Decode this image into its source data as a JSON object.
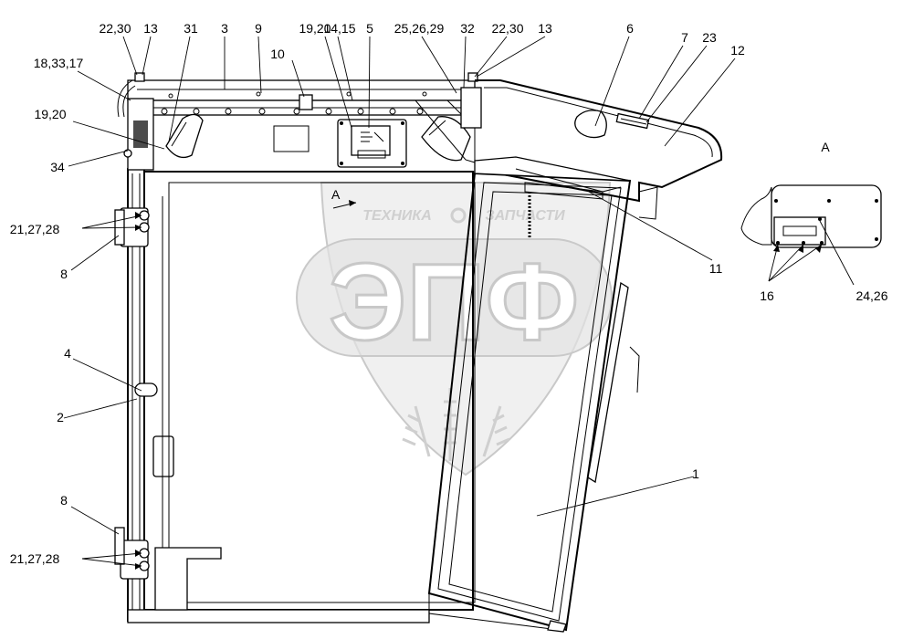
{
  "watermark": {
    "top_left": "ТЕХНИКА",
    "top_right": "ЗАПЧАСТИ",
    "big": "ЭПФ"
  },
  "view_label": "A",
  "view_arrow_label": "A",
  "labels": {
    "l_22_30_left": "22,30",
    "l_13_left": "13",
    "l_31": "31",
    "l_3": "3",
    "l_9": "9",
    "l_10": "10",
    "l_19_20_top": "19,20",
    "l_14_15": "14,15",
    "l_5": "5",
    "l_25_26_29": "25,26,29",
    "l_32": "32",
    "l_22_30_right": "22,30",
    "l_13_right": "13",
    "l_6": "6",
    "l_7": "7",
    "l_23": "23",
    "l_12": "12",
    "l_18_33_17": "18,33,17",
    "l_19_20_left": "19,20",
    "l_34": "34",
    "l_21_27_28_top": "21,27,28",
    "l_8_top": "8",
    "l_11": "11",
    "l_16": "16",
    "l_24_26": "24,26",
    "l_4": "4",
    "l_2": "2",
    "l_1": "1",
    "l_8_bottom": "8",
    "l_21_27_28_bottom": "21,27,28"
  }
}
